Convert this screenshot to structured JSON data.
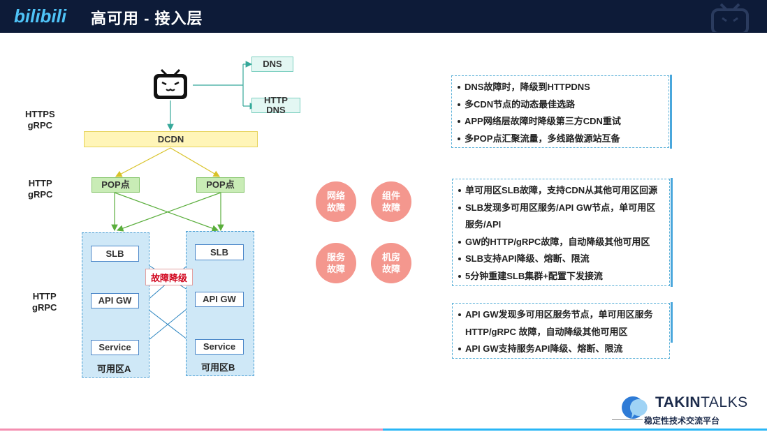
{
  "header": {
    "logo_text": "bilibili",
    "title": "高可用 - 接入层"
  },
  "protocols": [
    {
      "line1": "HTTPS",
      "line2": "gRPC"
    },
    {
      "line1": "HTTP",
      "line2": "gRPC"
    },
    {
      "line1": "HTTP",
      "line2": "gRPC"
    }
  ],
  "dns": {
    "dns_label": "DNS",
    "httpdns_line1": "HTTP",
    "httpdns_line2": "DNS"
  },
  "dcdn_label": "DCDN",
  "pop_labels": [
    "POP点",
    "POP点"
  ],
  "zones": [
    {
      "name": "可用区A",
      "slb": "SLB",
      "gw": "API GW",
      "service": "Service"
    },
    {
      "name": "可用区B",
      "slb": "SLB",
      "gw": "API GW",
      "service": "Service"
    }
  ],
  "fault_tag": "故障降级",
  "fault_types": [
    {
      "line1": "网络",
      "line2": "故障"
    },
    {
      "line1": "组件",
      "line2": "故障"
    },
    {
      "line1": "服务",
      "line2": "故障"
    },
    {
      "line1": "机房",
      "line2": "故障"
    }
  ],
  "info_boxes": [
    {
      "items": [
        {
          "text": "DNS故障时，降级到HTTPDNS",
          "bullet": true
        },
        {
          "text": "多CDN节点的动态最佳选路",
          "bullet": true
        },
        {
          "text": "APP网络层故障时降级第三方CDN重试",
          "bullet": true
        },
        {
          "text": "多POP点汇聚流量，多线路做源站互备",
          "bullet": true
        }
      ]
    },
    {
      "items": [
        {
          "text": "单可用区SLB故障，支持CDN从其他可用区回源",
          "bullet": true
        },
        {
          "text": "SLB发现多可用区服务/API GW节点，单可用区",
          "bullet": true
        },
        {
          "text": "服务/API",
          "bullet": false
        },
        {
          "text": "GW的HTTP/gRPC故障，自动降级其他可用区",
          "bullet": true
        },
        {
          "text": "SLB支持API降级、熔断、限流",
          "bullet": true
        },
        {
          "text": "5分钟重建SLB集群+配置下发接流",
          "bullet": true
        }
      ]
    },
    {
      "items": [
        {
          "text": "API GW发现多可用区服务节点，单可用区服务",
          "bullet": true
        },
        {
          "text": "HTTP/gRPC 故障，自动降级其他可用区",
          "bullet": false
        },
        {
          "text": "API GW支持服务API降级、熔断、限流",
          "bullet": true
        }
      ]
    }
  ],
  "brand": {
    "name_bold": "TAKIN",
    "name_light": "TALKS",
    "tagline": "稳定性技术交流平台"
  },
  "colors": {
    "header_bg": "#0d1b38",
    "fault_circle": "#f4978e",
    "fault_tag_text": "#d0021b",
    "zone_bg": "#cfe8f7",
    "arrow_blue": "#2e86c1",
    "arrow_green": "#5aae3c",
    "arrow_yellow": "#d8c227",
    "arrow_teal": "#36a89a"
  }
}
